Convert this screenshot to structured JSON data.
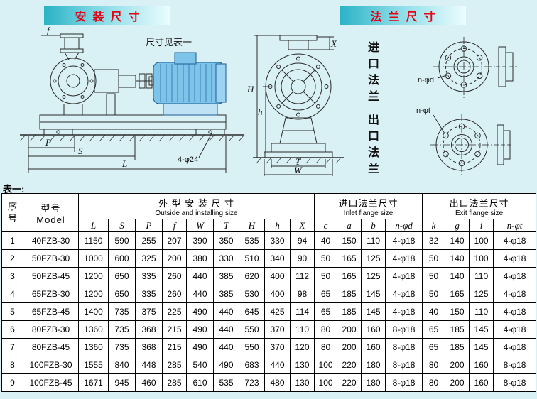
{
  "banners": {
    "left": "安装尺寸",
    "right": "法兰尺寸"
  },
  "drawing": {
    "note": "尺寸见表一",
    "inlet_flange_vertical": "进口法兰",
    "outlet_flange_vertical": "出口法兰",
    "labels": {
      "f": "f",
      "P": "P",
      "S": "S",
      "L": "L",
      "base_holes": "4-φ24",
      "X": "X",
      "H": "H",
      "h": "h",
      "T": "T",
      "W": "W",
      "n_phi_d": "n-φd",
      "n_phi_t": "n-φt"
    }
  },
  "table": {
    "caption": "表一:",
    "headers": {
      "index": "序号",
      "model_cn": "型号",
      "model_en": "Model",
      "outside_cn": "外 型 安 装 尺 寸",
      "outside_en": "Outside and installing size",
      "inlet_cn": "进口法兰尺寸",
      "inlet_en": "Inlet flange size",
      "exit_cn": "出口法兰尺寸",
      "exit_en": "Exit flange size",
      "outside_cols": [
        "L",
        "S",
        "P",
        "f",
        "W",
        "T",
        "H",
        "h",
        "X"
      ],
      "inlet_cols": [
        "c",
        "a",
        "b",
        "n-φd"
      ],
      "exit_cols": [
        "k",
        "g",
        "i",
        "n-φt"
      ]
    },
    "rows": [
      {
        "no": "1",
        "model": "40FZB-30",
        "outside": [
          "1150",
          "590",
          "255",
          "207",
          "390",
          "350",
          "535",
          "330",
          "94"
        ],
        "inlet": [
          "40",
          "150",
          "110",
          "4-φ18"
        ],
        "exit": [
          "32",
          "140",
          "100",
          "4-φ18"
        ]
      },
      {
        "no": "2",
        "model": "50FZB-30",
        "outside": [
          "1000",
          "600",
          "325",
          "200",
          "380",
          "330",
          "510",
          "340",
          "90"
        ],
        "inlet": [
          "50",
          "165",
          "125",
          "4-φ18"
        ],
        "exit": [
          "50",
          "140",
          "100",
          "4-φ18"
        ]
      },
      {
        "no": "3",
        "model": "50FZB-45",
        "outside": [
          "1200",
          "650",
          "335",
          "260",
          "440",
          "385",
          "620",
          "400",
          "112"
        ],
        "inlet": [
          "50",
          "165",
          "125",
          "4-φ18"
        ],
        "exit": [
          "50",
          "140",
          "110",
          "4-φ18"
        ]
      },
      {
        "no": "4",
        "model": "65FZB-30",
        "outside": [
          "1200",
          "650",
          "335",
          "260",
          "440",
          "385",
          "530",
          "400",
          "98"
        ],
        "inlet": [
          "65",
          "185",
          "145",
          "4-φ18"
        ],
        "exit": [
          "50",
          "165",
          "125",
          "4-φ18"
        ]
      },
      {
        "no": "5",
        "model": "65FZB-45",
        "outside": [
          "1400",
          "735",
          "375",
          "225",
          "490",
          "440",
          "645",
          "425",
          "114"
        ],
        "inlet": [
          "65",
          "185",
          "145",
          "4-φ18"
        ],
        "exit": [
          "40",
          "150",
          "110",
          "4-φ18"
        ]
      },
      {
        "no": "6",
        "model": "80FZB-30",
        "outside": [
          "1360",
          "735",
          "368",
          "215",
          "490",
          "440",
          "550",
          "370",
          "110"
        ],
        "inlet": [
          "80",
          "200",
          "160",
          "8-φ18"
        ],
        "exit": [
          "65",
          "185",
          "145",
          "4-φ18"
        ]
      },
      {
        "no": "7",
        "model": "80FZB-45",
        "outside": [
          "1360",
          "735",
          "368",
          "215",
          "490",
          "440",
          "550",
          "370",
          "120"
        ],
        "inlet": [
          "80",
          "200",
          "160",
          "8-φ18"
        ],
        "exit": [
          "65",
          "185",
          "145",
          "4-φ18"
        ]
      },
      {
        "no": "8",
        "model": "100FZB-30",
        "outside": [
          "1555",
          "840",
          "448",
          "285",
          "540",
          "490",
          "683",
          "440",
          "130"
        ],
        "inlet": [
          "100",
          "220",
          "180",
          "8-φ18"
        ],
        "exit": [
          "80",
          "200",
          "160",
          "8-φ18"
        ]
      },
      {
        "no": "9",
        "model": "100FZB-45",
        "outside": [
          "1671",
          "945",
          "460",
          "285",
          "610",
          "535",
          "723",
          "480",
          "130"
        ],
        "inlet": [
          "100",
          "220",
          "180",
          "8-φ18"
        ],
        "exit": [
          "80",
          "200",
          "160",
          "8-φ18"
        ]
      }
    ]
  }
}
